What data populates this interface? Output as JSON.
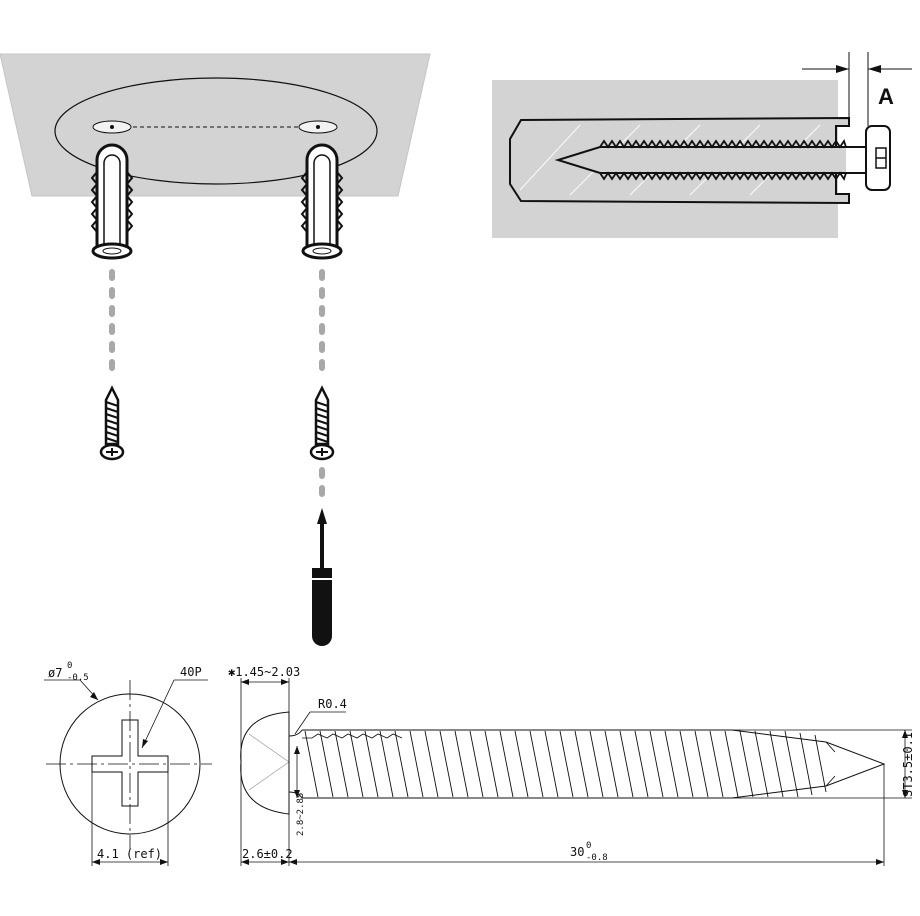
{
  "install_detail": {
    "label": "A"
  },
  "front_view": {
    "diameter_main": "ø7",
    "diameter_upper": "0",
    "diameter_lower": "-0.5",
    "recess_label": "40P",
    "width_label": "4.1 (ref)"
  },
  "side_view": {
    "head_height_label": "✱1.45~2.03",
    "radius_label": "R0.4",
    "thread_label": "ST3.5±0.1",
    "neck_label": "2.8~2.85",
    "head_length_label": "2.6±0.2",
    "length_main": "30",
    "length_upper": "0",
    "length_lower": "-0.8"
  },
  "colors": {
    "wall": "#d3d3d3",
    "wall_stroke": "#bfbfbf",
    "line": "#111111",
    "dash_gray": "#a8a8a8",
    "leader_gray": "#bdbdbd"
  }
}
